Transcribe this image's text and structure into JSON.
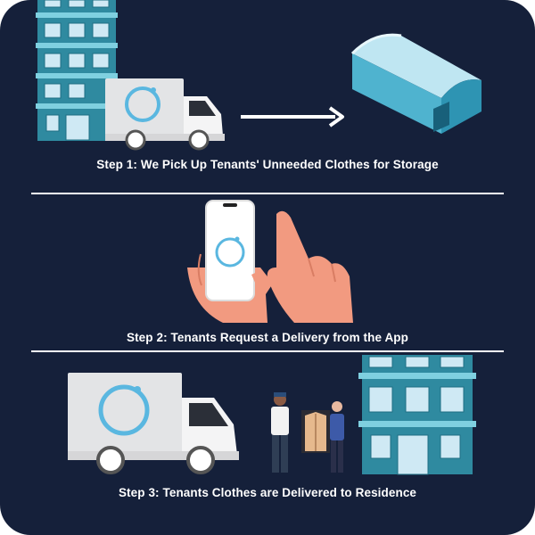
{
  "steps": [
    {
      "label": "Step 1: We Pick Up Tenants' Unneeded Clothes for Storage"
    },
    {
      "label": "Step 2: Tenants Request a Delivery from the App"
    },
    {
      "label": "Step 3: Tenants Clothes are Delivered to Residence"
    }
  ],
  "colors": {
    "background": "#15203a",
    "building": "#2f8aa0",
    "building_dark": "#1f6f84",
    "window": "#cfe9f4",
    "truck_box": "#e3e4e6",
    "logo_ring": "#5ab7e0",
    "warehouse": "#4fb3cf",
    "warehouse_light": "#bfe6f2",
    "skin": "#f29a80",
    "white": "#ffffff"
  },
  "icons": {
    "step1": [
      "building-icon",
      "truck-icon",
      "arrow-right-icon",
      "warehouse-icon"
    ],
    "step2": [
      "hand-holding-phone-icon",
      "phone-icon",
      "pointing-hand-icon"
    ],
    "step3": [
      "truck-icon",
      "delivery-people-icon",
      "building-icon"
    ]
  }
}
